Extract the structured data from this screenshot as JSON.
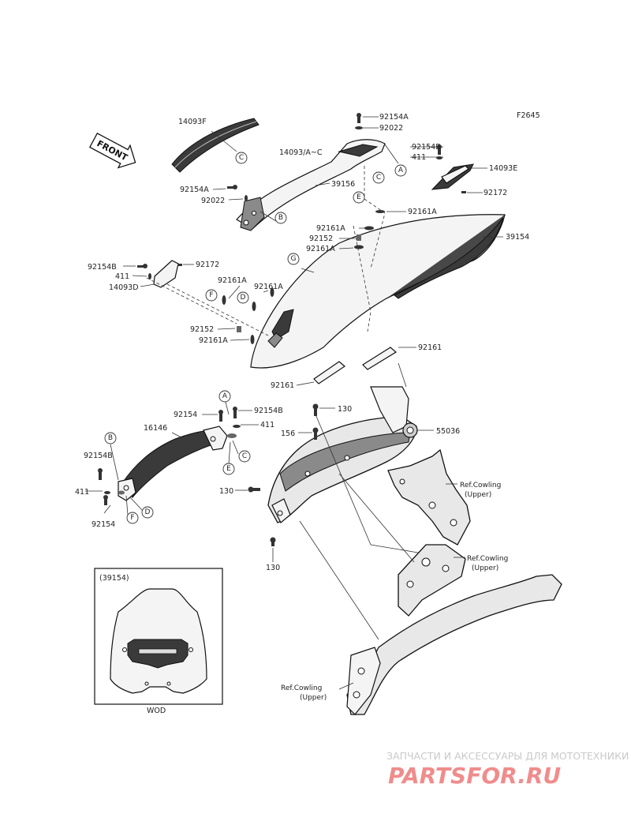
{
  "figure_code": "F2645",
  "direction_label": "FRONT",
  "inset": {
    "title": "(39154)",
    "caption": "WOD"
  },
  "callouts": [
    "A",
    "B",
    "C",
    "D",
    "E",
    "F",
    "G"
  ],
  "labels": {
    "p92154A_top": "92154A",
    "p92022_top": "92022",
    "p92154B_right": "92154B",
    "p411_right": "411",
    "p14093E": "14093E",
    "p92172_right": "92172",
    "p14093F": "14093F",
    "p14093AC": "14093/A~C",
    "p39156": "39156",
    "p92154A_left": "92154A",
    "p92022_left": "92022",
    "p92161A_r": "92161A",
    "p92161A_l1": "92161A",
    "p92152_top": "92152",
    "p92161A_l2": "92161A",
    "p39154": "39154",
    "p92154B_left": "92154B",
    "p92172_left": "92172",
    "p411_left": "411",
    "p14093D": "14093D",
    "p92161A_m1": "92161A",
    "p92161A_m2": "92161A",
    "p92152_mid": "92152",
    "p92161A_m3": "92161A",
    "p92161_right": "92161",
    "p92161_left": "92161",
    "p92154_bracket": "92154",
    "p92154B_bracket": "92154B",
    "p411_bracket": "411",
    "p16146": "16146",
    "p92154B_lower": "92154B",
    "p411_lower": "411",
    "p92154_lower": "92154",
    "p130_top": "130",
    "p156": "156",
    "p55036": "55036",
    "p130_mid": "130",
    "p130_bottom": "130",
    "ref_cowling_1": [
      "Ref.Cowling",
      "(Upper)"
    ],
    "ref_cowling_2": [
      "Ref.Cowling",
      "(Upper)"
    ],
    "ref_cowling_3": [
      "Ref.Cowling",
      "(Upper)"
    ]
  },
  "watermark": {
    "line1": "ЗАПЧАСТИ И АКСЕССУАРЫ ДЛЯ МОТОТЕХНИКИ",
    "line2": "PARTSFOR.RU"
  }
}
